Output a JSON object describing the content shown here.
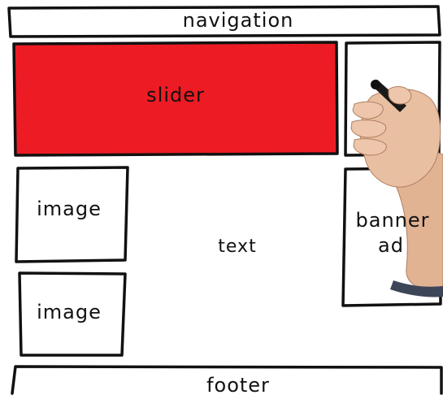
{
  "wireframe": {
    "navigation": {
      "label": "navigation"
    },
    "slider": {
      "label": "slider",
      "fill_color": "#ED1C24"
    },
    "image_top": {
      "label": "image"
    },
    "image_bottom": {
      "label": "image"
    },
    "text_area": {
      "label": "text"
    },
    "banner_ad": {
      "line1": "banner",
      "line2": "ad"
    },
    "footer": {
      "label": "footer"
    }
  },
  "icons": {
    "hand": "hand-with-marker-icon"
  },
  "colors": {
    "stroke": "#111111",
    "background": "#FFFFFF",
    "slider_fill": "#ED1C24",
    "skin": "#E9BFA2"
  }
}
